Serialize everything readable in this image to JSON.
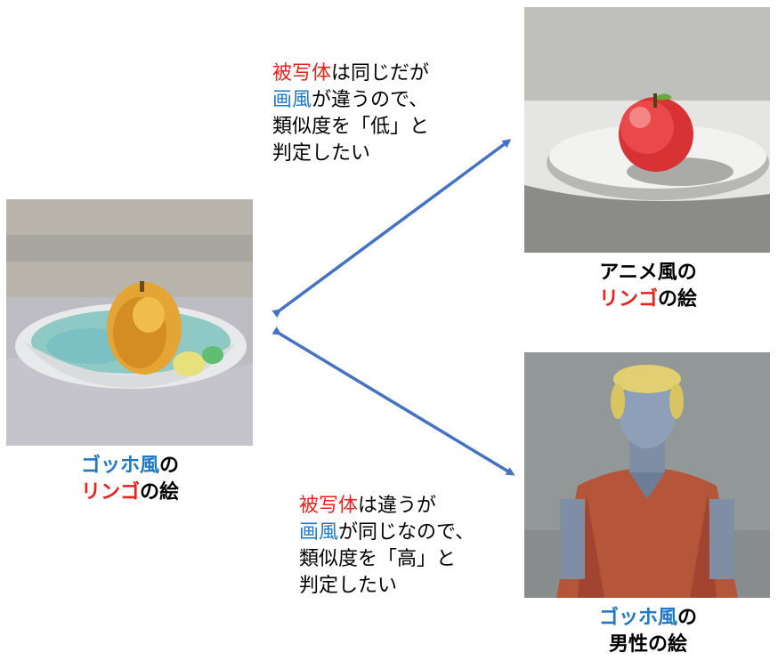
{
  "captions": {
    "left": {
      "highlight": "ゴッホ風",
      "tail": "の",
      "line2_highlight": "リンゴ",
      "line2_tail": "の絵"
    },
    "top_right": {
      "line1": "アニメ風の",
      "line2_highlight": "リンゴ",
      "line2_tail": "の絵"
    },
    "bottom_right": {
      "highlight": "ゴッホ風",
      "tail": "の",
      "line2": "男性の絵"
    }
  },
  "notes": {
    "top": {
      "l1_hl": "被写体",
      "l1_rest": "は同じだが",
      "l2_hl": "画風",
      "l2_rest": "が違うので、",
      "l3": "類似度を「低」と",
      "l4": "判定したい"
    },
    "bottom": {
      "l1_hl": "被写体",
      "l1_rest": "は違うが",
      "l2_hl": "画風",
      "l2_rest": "が同じなので、",
      "l3": "類似度を「高」と",
      "l4": "判定したい"
    }
  },
  "colors": {
    "red": "#e8231c",
    "blue": "#1f78c8",
    "arrow": "#4472c4"
  }
}
